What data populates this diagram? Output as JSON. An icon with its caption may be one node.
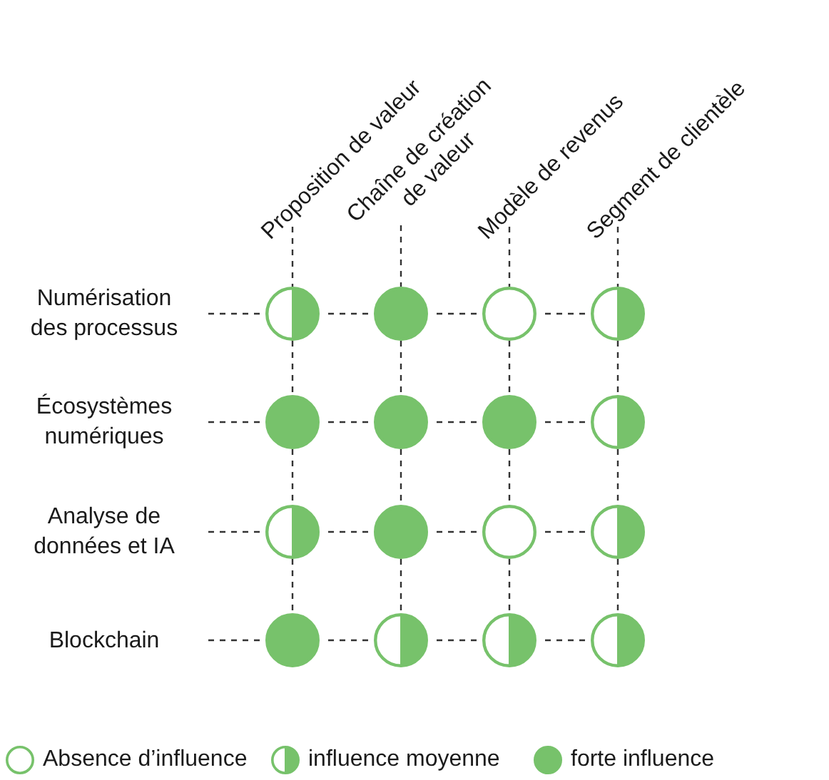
{
  "diagram": {
    "nodes": [
      {
        "text": [
          "Numérisation des processus"
        ]
      },
      {
        "text": [
          "Écosystèmes numériques"
        ]
      },
      {
        "text": [
          "Analyse de données et IA"
        ]
      },
      {
        "text": [
          "Blockchain"
        ]
      },
      {
        "text": [
          "Proposition de valeur"
        ]
      },
      {
        "text": [
          "Chaîne de création de valeur"
        ]
      },
      {
        "text": [
          "Modèle de revenus"
        ]
      },
      {
        "text": [
          "Segment de clientèle"
        ]
      },
      {
        "text": [],
        "shape": "half-circle"
      },
      {
        "text": [],
        "shape": "disc"
      },
      {
        "text": [],
        "shape": "circle"
      },
      {
        "text": [],
        "shape": "half-circle"
      },
      {
        "text": [],
        "shape": "disc"
      },
      {
        "text": [],
        "shape": "disc"
      },
      {
        "text": [],
        "shape": "disc"
      },
      {
        "text": [],
        "shape": "half-circle"
      },
      {
        "text": [],
        "shape": "half-circle"
      },
      {
        "text": [],
        "shape": "disc"
      },
      {
        "text": [],
        "shape": "circle"
      },
      {
        "text": [],
        "shape": "half-circle"
      },
      {
        "text": [],
        "shape": "disc"
      },
      {
        "text": [],
        "shape": "half-circle"
      },
      {
        "text": [],
        "shape": "half-circle"
      },
      {
        "text": [],
        "shape": "half-circle"
      }
    ],
    "edges": [
      {
        "from": 0,
        "to": 8,
        "arrow": "none",
        "style": "dashed"
      },
      {
        "from": 8,
        "to": 9,
        "arrow": "none",
        "style": "dashed"
      },
      {
        "from": 9,
        "to": 10,
        "arrow": "none",
        "style": "dashed"
      },
      {
        "from": 10,
        "to": 11,
        "arrow": "none",
        "style": "dashed"
      },
      {
        "from": 1,
        "to": 12,
        "arrow": "none",
        "style": "dashed"
      },
      {
        "from": 12,
        "to": 13,
        "arrow": "none",
        "style": "dashed"
      },
      {
        "from": 13,
        "to": 14,
        "arrow": "none",
        "style": "dashed"
      },
      {
        "from": 14,
        "to": 15,
        "arrow": "none",
        "style": "dashed"
      },
      {
        "from": 2,
        "to": 16,
        "arrow": "none",
        "style": "dashed"
      },
      {
        "from": 16,
        "to": 17,
        "arrow": "none",
        "style": "dashed"
      },
      {
        "from": 17,
        "to": 18,
        "arrow": "none",
        "style": "dashed"
      },
      {
        "from": 18,
        "to": 19,
        "arrow": "none",
        "style": "dashed"
      },
      {
        "from": 3,
        "to": 20,
        "arrow": "none",
        "style": "dashed"
      },
      {
        "from": 20,
        "to": 21,
        "arrow": "none",
        "style": "dashed"
      },
      {
        "from": 21,
        "to": 22,
        "arrow": "none",
        "style": "dashed"
      },
      {
        "from": 22,
        "to": 23,
        "arrow": "none",
        "style": "dashed"
      },
      {
        "from": 4,
        "to": 8,
        "arrow": "none",
        "style": "dashed"
      },
      {
        "from": 8,
        "to": 12,
        "arrow": "none",
        "style": "dashed"
      },
      {
        "from": 12,
        "to": 16,
        "arrow": "none",
        "style": "dashed"
      },
      {
        "from": 16,
        "to": 20,
        "arrow": "none",
        "style": "dashed"
      },
      {
        "from": 5,
        "to": 9,
        "arrow": "none",
        "style": "dashed"
      },
      {
        "from": 9,
        "to": 13,
        "arrow": "none",
        "style": "dashed"
      },
      {
        "from": 13,
        "to": 17,
        "arrow": "none",
        "style": "dashed"
      },
      {
        "from": 17,
        "to": 21,
        "arrow": "none",
        "style": "dashed"
      },
      {
        "from": 6,
        "to": 10,
        "arrow": "none",
        "style": "dashed"
      },
      {
        "from": 10,
        "to": 14,
        "arrow": "none",
        "style": "dashed"
      },
      {
        "from": 14,
        "to": 18,
        "arrow": "none",
        "style": "dashed"
      },
      {
        "from": 18,
        "to": 22,
        "arrow": "none",
        "style": "dashed"
      },
      {
        "from": 7,
        "to": 11,
        "arrow": "none",
        "style": "dashed"
      },
      {
        "from": 11,
        "to": 15,
        "arrow": "none",
        "style": "dashed"
      },
      {
        "from": 15,
        "to": 19,
        "arrow": "none",
        "style": "dashed"
      },
      {
        "from": 19,
        "to": 23,
        "arrow": "none",
        "style": "dashed"
      }
    ],
    "legend": [
      {
        "text": "Absence d’influence"
      },
      {
        "text": "influence moyenne"
      },
      {
        "text": "forte influence"
      }
    ]
  }
}
